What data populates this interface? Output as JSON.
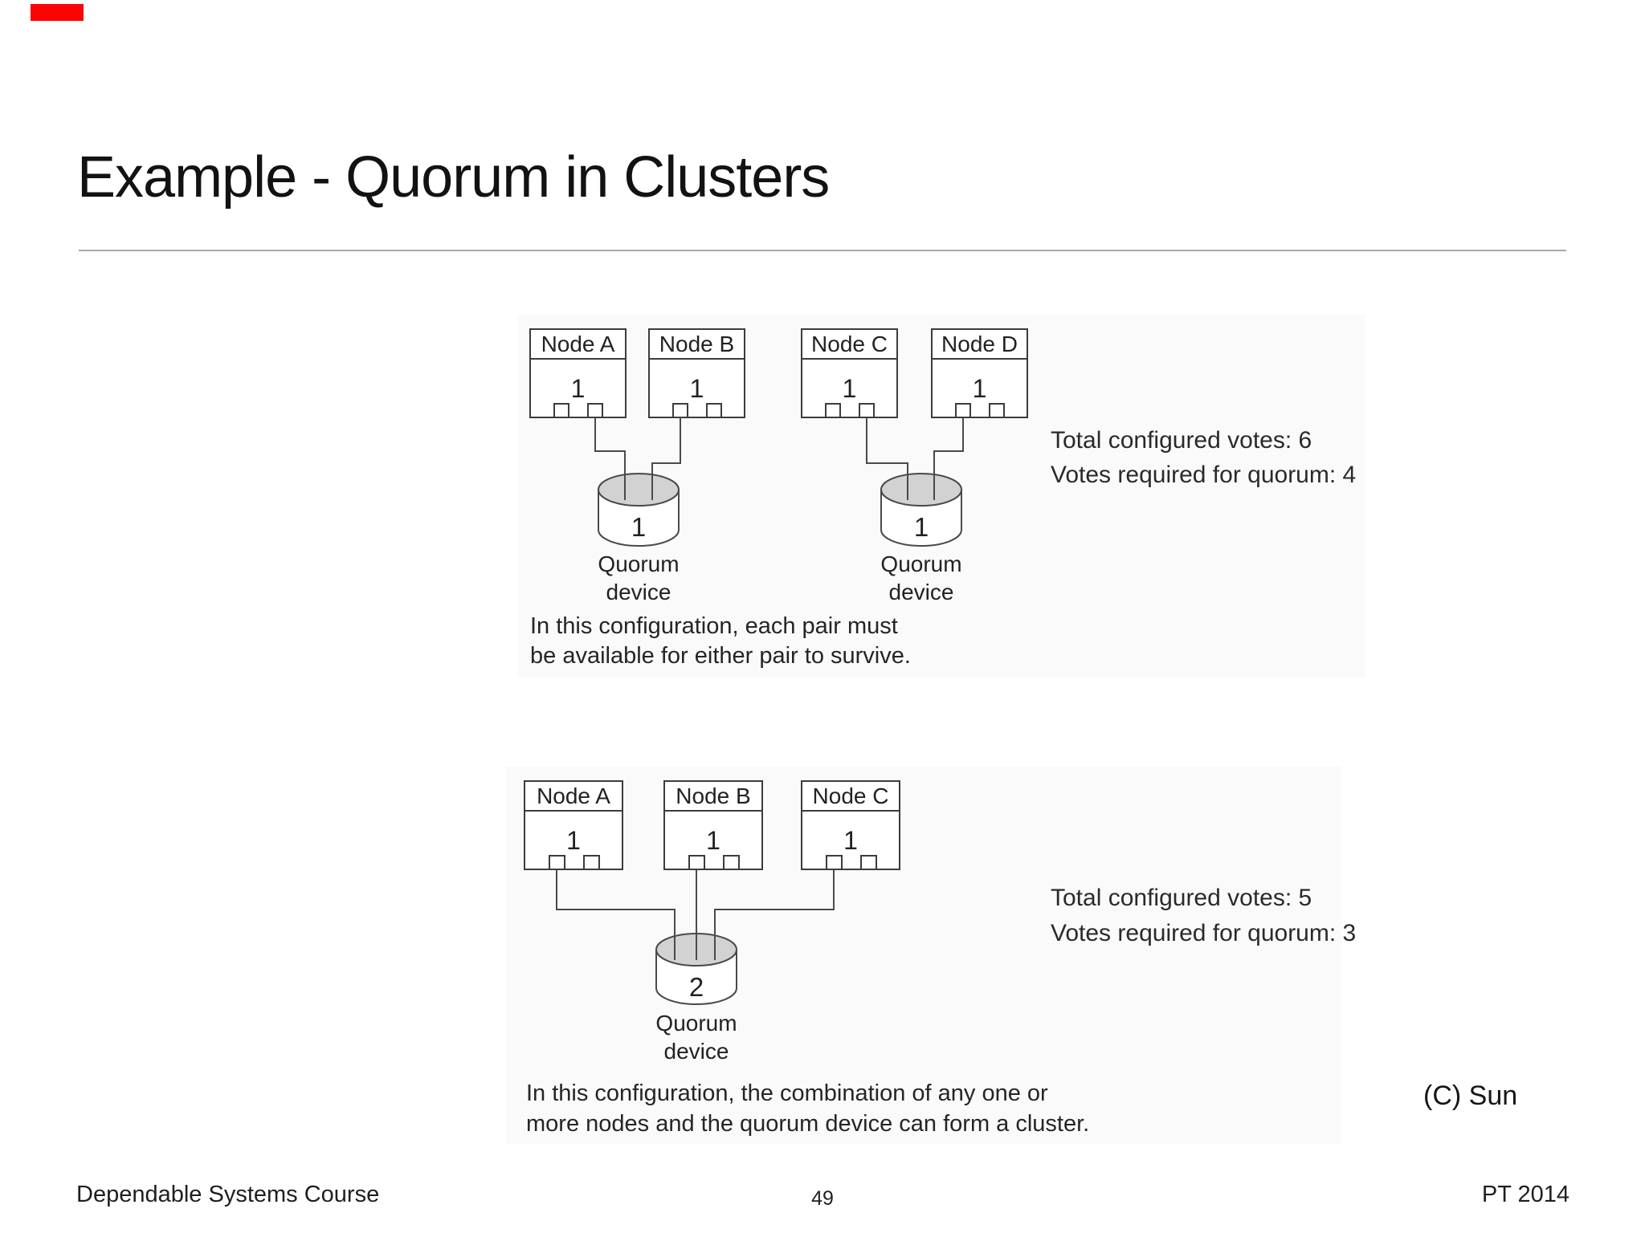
{
  "slide": {
    "title": "Example - Quorum in Clusters",
    "attribution": "(C) Sun",
    "footer": {
      "course": "Dependable Systems Course",
      "page_number": "49",
      "term": "PT 2014"
    }
  },
  "top_diagram": {
    "nodes": [
      {
        "name": "Node A",
        "votes": "1"
      },
      {
        "name": "Node B",
        "votes": "1"
      },
      {
        "name": "Node C",
        "votes": "1"
      },
      {
        "name": "Node D",
        "votes": "1"
      }
    ],
    "quorum_devices": [
      {
        "votes": "1",
        "label": [
          "Quorum",
          "device"
        ]
      },
      {
        "votes": "1",
        "label": [
          "Quorum",
          "device"
        ]
      }
    ],
    "total_votes_text": "Total configured votes: 6",
    "required_votes_text": "Votes required for quorum: 4",
    "caption": [
      "In this configuration, each pair must",
      "be available for either pair to survive."
    ]
  },
  "bottom_diagram": {
    "nodes": [
      {
        "name": "Node A",
        "votes": "1"
      },
      {
        "name": "Node B",
        "votes": "1"
      },
      {
        "name": "Node C",
        "votes": "1"
      }
    ],
    "quorum_devices": [
      {
        "votes": "2",
        "label": [
          "Quorum",
          "device"
        ]
      }
    ],
    "total_votes_text": "Total configured votes: 5",
    "required_votes_text": "Votes required for quorum: 3",
    "caption": [
      "In this configuration, the combination of any one or",
      "more nodes and the quorum device can form a cluster."
    ]
  }
}
